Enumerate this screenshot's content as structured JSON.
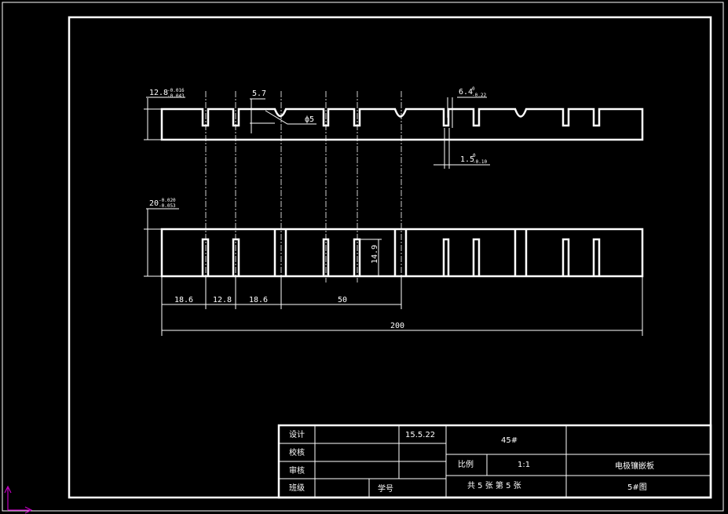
{
  "colors": {
    "background": "#000000",
    "lines": "#ffffff",
    "ucs": "#c000c0"
  },
  "dimensions": {
    "top_height": "12.8",
    "top_height_upper": "-0.016",
    "top_height_lower": "-0.043",
    "slot_offset": "5.7",
    "hole_diameter": "ф5",
    "slot_width": "6.4",
    "slot_width_upper": "0",
    "slot_width_lower": "-0.22",
    "slot_gap": "1.5",
    "slot_gap_upper": "0",
    "slot_gap_lower": "-0.10",
    "front_height": "20",
    "front_height_upper": "-0.020",
    "front_height_lower": "-0.053",
    "slot_depth": "14.9",
    "span_1": "18.6",
    "span_2": "12.8",
    "span_3": "18.6",
    "span_4": "50",
    "total_length": "200"
  },
  "title_block": {
    "design": "设计",
    "check": "校核",
    "review": "审核",
    "class": "班级",
    "student_no": "学号",
    "date": "15.5.22",
    "material": "45#",
    "scale_label": "比例",
    "scale_value": "1:1",
    "sheets": "共 5 张  第 5 张",
    "part_name": "电极镶嵌板",
    "drawing_no": "5#图"
  }
}
